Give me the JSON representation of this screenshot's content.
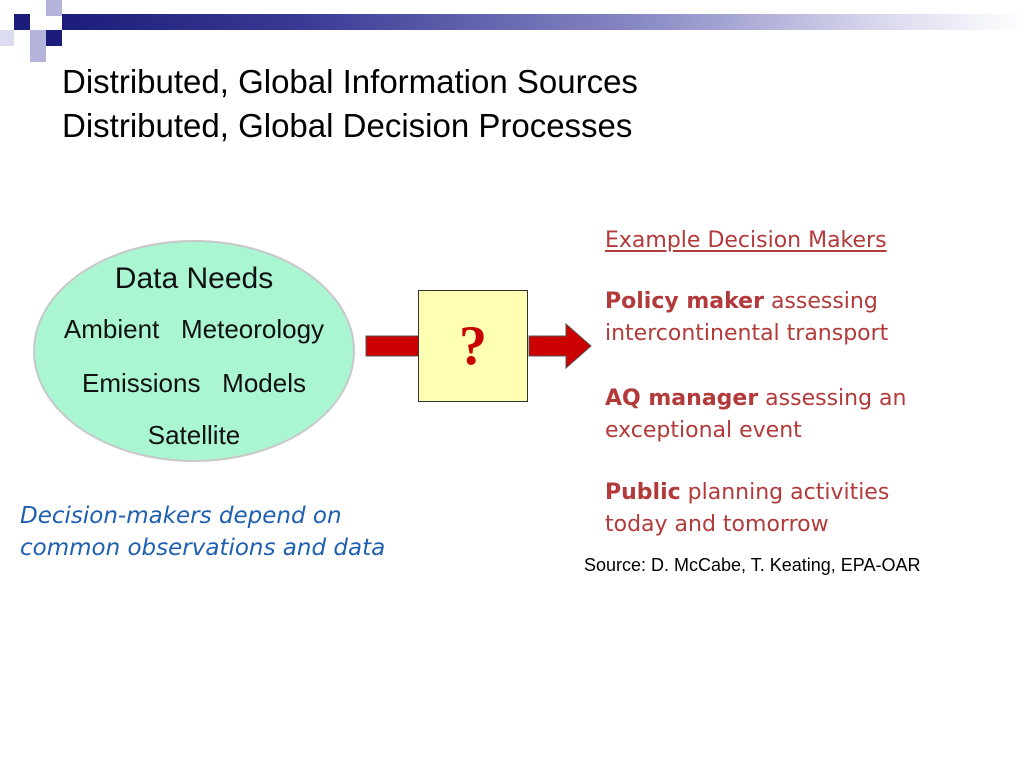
{
  "title": {
    "line1": "Distributed, Global Information Sources",
    "line2": "Distributed, Global Decision Processes"
  },
  "data_needs": {
    "heading": "Data Needs",
    "items": [
      "Ambient",
      "Meteorology",
      "Emissions",
      "Models",
      "Satellite"
    ]
  },
  "question_mark": "?",
  "caption": {
    "line1": "Decision-makers depend on",
    "line2": "common observations and data"
  },
  "examples": {
    "title": "Example Decision Makers",
    "items": [
      {
        "bold": "Policy maker",
        "rest1": " assessing",
        "rest2": "intercontinental transport"
      },
      {
        "bold": "AQ manager",
        "rest1": " assessing an",
        "rest2": "exceptional event"
      },
      {
        "bold": "Public",
        "rest1": " planning activities",
        "rest2": "today and tomorrow"
      }
    ]
  },
  "source": "Source: D. McCabe, T. Keating, EPA-OAR",
  "colors": {
    "ellipse_fill": "#aaf5d2",
    "question_box_fill": "#ffffb4",
    "question_mark": "#c80000",
    "arrow_fill": "#cc0000",
    "caption_text": "#1f5fb0",
    "example_text": "#b23a3a"
  }
}
